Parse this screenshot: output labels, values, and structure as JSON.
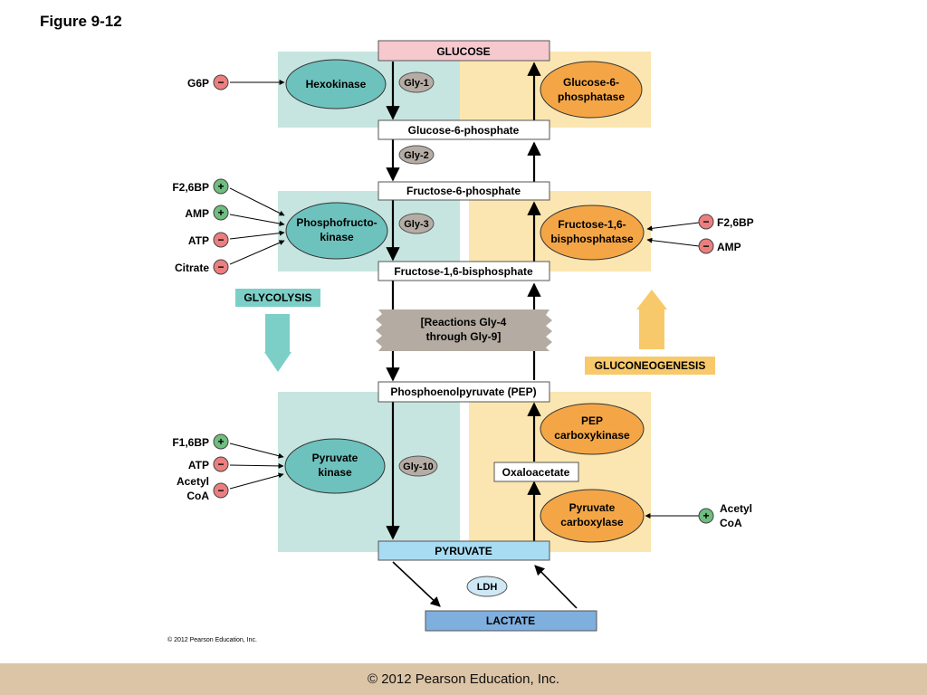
{
  "figure_title": "Figure 9-12",
  "pathway": {
    "glucose": "GLUCOSE",
    "g6p": "Glucose-6-phosphate",
    "f6p": "Fructose-6-phosphate",
    "f16bp": "Fructose-1,6-bisphosphate",
    "reactions_line1": "[Reactions Gly-4",
    "reactions_line2": "through Gly-9]",
    "pep": "Phosphoenolpyruvate (PEP)",
    "pyruvate": "PYRUVATE",
    "lactate": "LACTATE",
    "oxaloacetate": "Oxaloacetate",
    "ldh": "LDH"
  },
  "steps": {
    "gly1": "Gly-1",
    "gly2": "Gly-2",
    "gly3": "Gly-3",
    "gly10": "Gly-10"
  },
  "glycolysis_enzymes": {
    "hexokinase": "Hexokinase",
    "pfk_line1": "Phosphofructo-",
    "pfk_line2": "kinase",
    "pk_line1": "Pyruvate",
    "pk_line2": "kinase"
  },
  "gluconeogenesis_enzymes": {
    "g6pase_line1": "Glucose-6-",
    "g6pase_line2": "phosphatase",
    "fbpase_line1": "Fructose-1,6-",
    "fbpase_line2": "bisphosphatase",
    "pepck_line1": "PEP",
    "pepck_line2": "carboxykinase",
    "pc_line1": "Pyruvate",
    "pc_line2": "carboxylase"
  },
  "regulators": {
    "hexokinase": [
      {
        "label": "G6P",
        "sign": "−"
      }
    ],
    "pfk": [
      {
        "label": "F2,6BP",
        "sign": "+"
      },
      {
        "label": "AMP",
        "sign": "+"
      },
      {
        "label": "ATP",
        "sign": "−"
      },
      {
        "label": "Citrate",
        "sign": "−"
      }
    ],
    "fbpase": [
      {
        "label": "F2,6BP",
        "sign": "−"
      },
      {
        "label": "AMP",
        "sign": "−"
      }
    ],
    "pk": [
      {
        "label": "F1,6BP",
        "sign": "+"
      },
      {
        "label": "ATP",
        "sign": "−"
      },
      {
        "label": "Acetyl",
        "label2": "CoA",
        "sign": "−"
      }
    ],
    "pc": [
      {
        "label": "Acetyl",
        "label2": "CoA",
        "sign": "+"
      }
    ]
  },
  "direction_labels": {
    "glycolysis": "GLYCOLYSIS",
    "gluconeogenesis": "GLUCONEOGENESIS"
  },
  "small_copyright": "© 2012 Pearson Education, Inc.",
  "footer": "© 2012 Pearson Education, Inc.",
  "colors": {
    "glycolysis_panel": "#c7e5e0",
    "gluconeogenesis_panel": "#fbe6b1",
    "glycolysis_enzyme": "#6dc2bd",
    "gluconeogenesis_enzyme": "#f4a646",
    "step_label": "#b5ada5",
    "activator": "#6fbd7f",
    "inhibitor": "#eb7f80",
    "glucose_box": "#f6c9cf",
    "pyruvate_box": "#a8dcf3",
    "lactate_box": "#7fafdf",
    "reactions_box": "#b4aba2",
    "glycolysis_arrow": "#7ccfc7",
    "gluconeogenesis_arrow": "#f8c96a",
    "footer_band": "#dcc4a6"
  }
}
